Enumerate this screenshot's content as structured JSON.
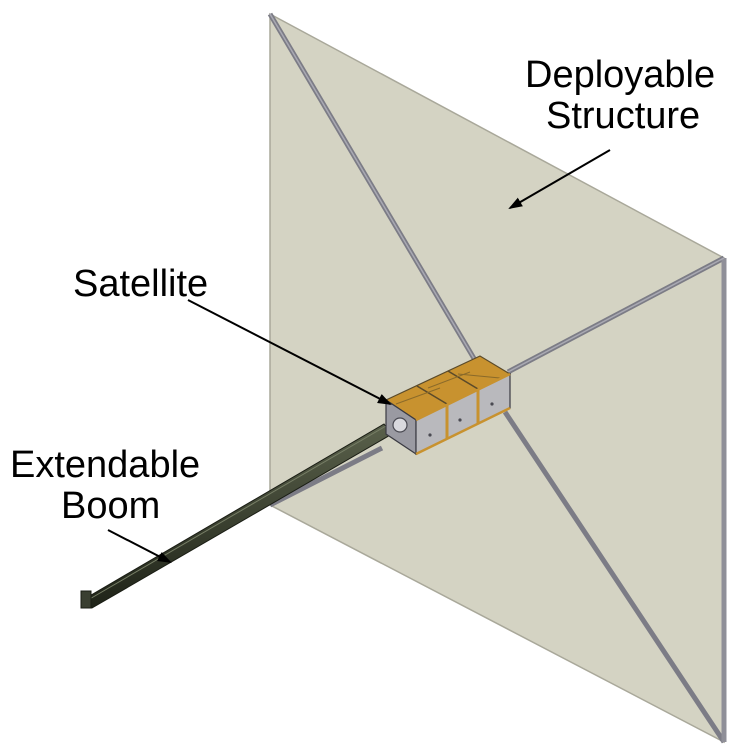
{
  "labels": {
    "deployable_line1": "Deployable",
    "deployable_line2": "Structure",
    "satellite": "Satellite",
    "boom_line1": "Extendable",
    "boom_line2": "Boom"
  },
  "colors": {
    "sail": "#d4d3c3",
    "sail_edge": "#a9a89a",
    "strut": "#7c7c86",
    "strut_highlight": "#a9a9b3",
    "boom": "#2d3224",
    "bus_face": "#b9b9bd",
    "bus_gold": "#c8922f",
    "bus_dark": "#4a4a52",
    "arrow": "#000000"
  },
  "icons": {
    "arrow": "arrow-pointer",
    "satellite": "cubesat-icon"
  }
}
